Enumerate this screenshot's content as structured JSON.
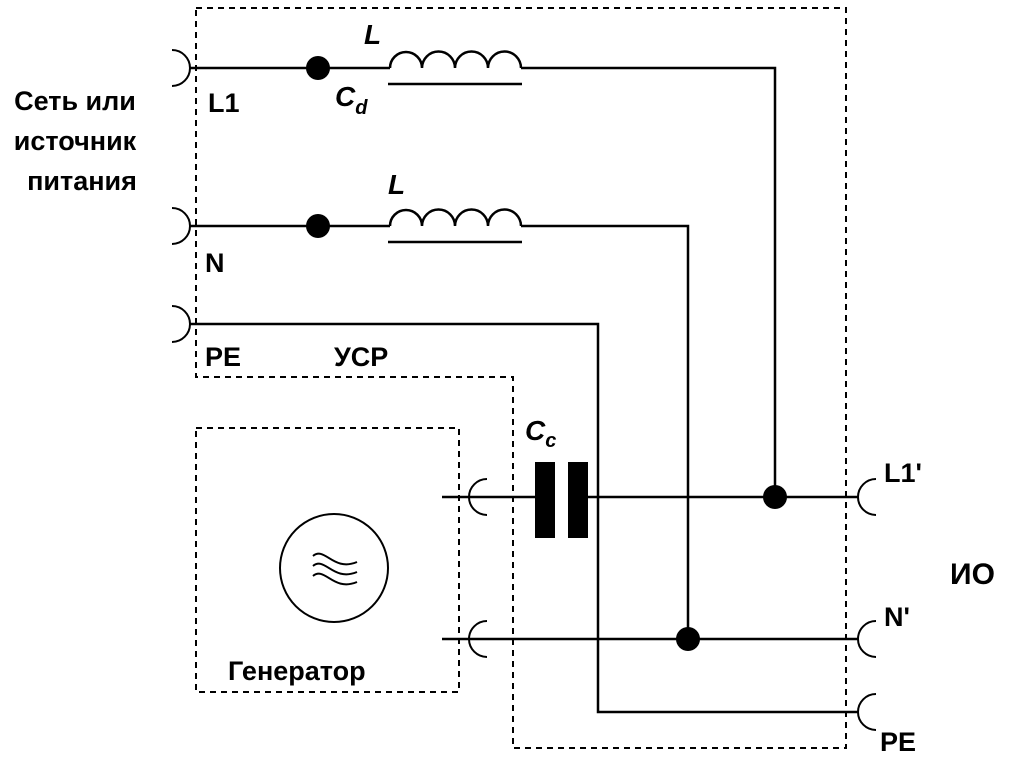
{
  "diagram": {
    "title": "Coupling/decoupling network test setup",
    "source": {
      "line1": "Сеть или",
      "line2": "источник",
      "line3": "питания"
    },
    "input_terminals": {
      "l1": "L1",
      "n": "N",
      "pe": "PE"
    },
    "cdn_label": "УСР",
    "inductor_label": "L",
    "decoupling_cap_label": "C",
    "decoupling_cap_sub": "d",
    "coupling_cap_label": "C",
    "coupling_cap_sub": "c",
    "generator_label": "Генератор",
    "output_terminals": {
      "l1": "L1'",
      "n": "N'",
      "pe": "PE"
    },
    "eut_label": "ИО"
  }
}
